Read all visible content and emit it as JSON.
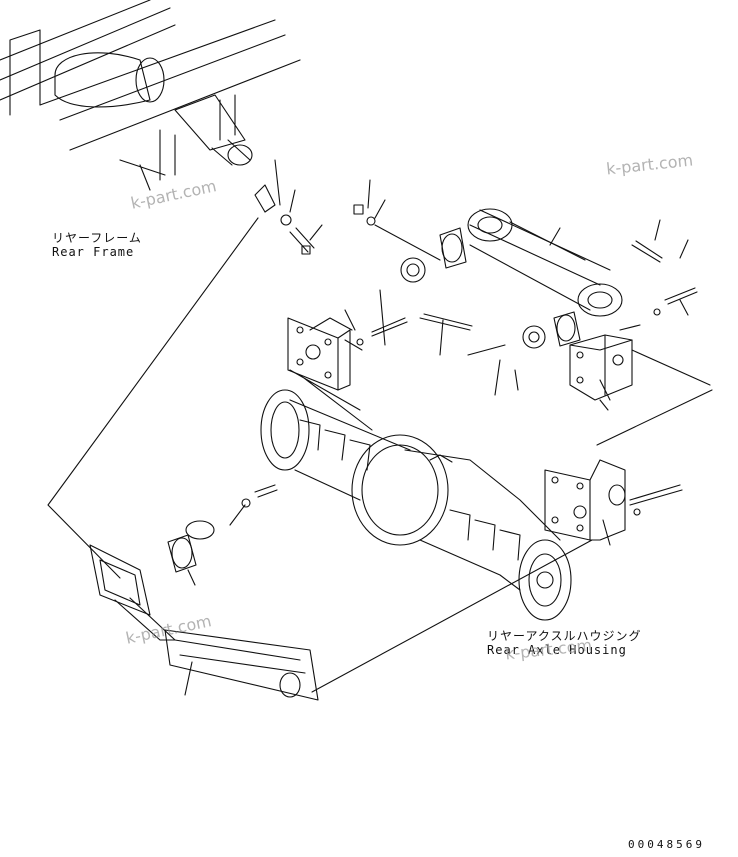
{
  "labels": {
    "rear_frame_jp": "リヤーフレーム",
    "rear_frame_en": "Rear Frame",
    "rear_axle_housing_jp": "リヤーアクスルハウジング",
    "rear_axle_housing_en": "Rear Axle Housing"
  },
  "watermark": "k-part.com",
  "drawing_number": "00048569",
  "colors": {
    "line": "#111111",
    "watermark": "#9a9a9a",
    "background": "#ffffff"
  }
}
